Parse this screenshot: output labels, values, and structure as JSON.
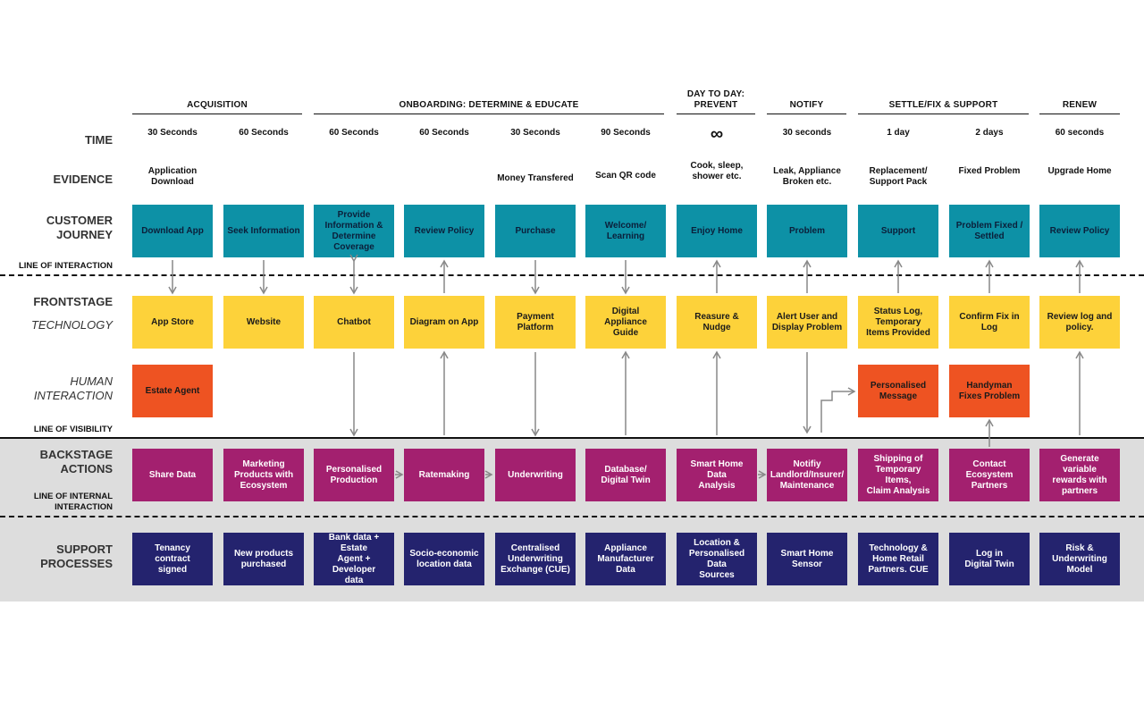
{
  "phases": [
    {
      "label": "ACQUISITION"
    },
    {
      "label": "ONBOARDING: DETERMINE & EDUCATE"
    },
    {
      "label": "DAY TO DAY:\nPREVENT"
    },
    {
      "label": "NOTIFY"
    },
    {
      "label": "SETTLE/FIX & SUPPORT"
    },
    {
      "label": "RENEW"
    }
  ],
  "row_labels": {
    "time": "TIME",
    "evidence": "EVIDENCE",
    "customer_journey": "CUSTOMER\nJOURNEY",
    "line_of_interaction": "LINE OF INTERACTION",
    "frontstage": "FRONTSTAGE",
    "technology": "TECHNOLOGY",
    "human_interaction": "HUMAN\nINTERACTION",
    "line_of_visibility": "LINE OF VISIBILITY",
    "backstage": "BACKSTAGE\nACTIONS",
    "line_of_internal": "LINE OF INTERNAL\nINTERACTION",
    "support": "SUPPORT\nPROCESSES"
  },
  "time": [
    "30 Seconds",
    "60 Seconds",
    "60 Seconds",
    "60 Seconds",
    "30 Seconds",
    "90 Seconds",
    "∞",
    "30 seconds",
    "1 day",
    "2 days",
    "60 seconds"
  ],
  "evidence": [
    "Application\nDownload",
    "",
    "",
    "",
    "Money Transfered",
    "Scan QR code",
    "Cook, sleep,\nshower etc.",
    "Leak, Appliance\nBroken etc.",
    "Replacement/\nSupport Pack",
    "Fixed Problem",
    "Upgrade Home"
  ],
  "customer_journey": [
    "Download App",
    "Seek Information",
    "Provide\nInformation &\nDetermine\nCoverage",
    "Review Policy",
    "Purchase",
    "Welcome/\nLearning",
    "Enjoy Home",
    "Problem",
    "Support",
    "Problem Fixed /\nSettled",
    "Review Policy"
  ],
  "technology": [
    "App Store",
    "Website",
    "Chatbot",
    "Diagram on App",
    "Payment\nPlatform",
    "Digital\nAppliance\nGuide",
    "Reasure &\nNudge",
    "Alert User and\nDisplay Problem",
    "Status Log,\nTemporary\nItems Provided",
    "Confirm Fix in\nLog",
    "Review log and\npolicy."
  ],
  "human": [
    {
      "col": 0,
      "label": "Estate Agent"
    },
    {
      "col": 8,
      "label": "Personalised\nMessage"
    },
    {
      "col": 9,
      "label": "Handyman\nFixes Problem"
    }
  ],
  "backstage": [
    "Share Data",
    "Marketing\nProducts with\nEcosystem",
    "Personalised\nProduction",
    "Ratemaking",
    "Underwriting",
    "Database/\nDigital Twin",
    "Smart Home Data\nAnalysis",
    "Notifiy\nLandlord/Insurer/\nMaintenance",
    "Shipping of\nTemporary Items,\nClaim Analysis",
    "Contact\nEcosystem\nPartners",
    "Generate variable\nrewards with\npartners"
  ],
  "support": [
    "Tenancy contract\nsigned",
    "New products\npurchased",
    "Bank data + Estate\nAgent + Developer\ndata",
    "Socio-economic\nlocation data",
    "Centralised\nUnderwriting\nExchange (CUE)",
    "Appliance\nManufacturer\nData",
    "Location &\nPersonalised Data\nSources",
    "Smart Home\nSensor",
    "Technology &\nHome Retail\nPartners. CUE",
    "Log in\nDigital Twin",
    "Risk &\nUnderwriting\nModel"
  ],
  "colors": {
    "teal": "#0d91a6",
    "yellow": "#fdd23a",
    "orange": "#ee5322",
    "magenta": "#a3206f",
    "navy": "#24236e",
    "band": "#dddddd"
  }
}
